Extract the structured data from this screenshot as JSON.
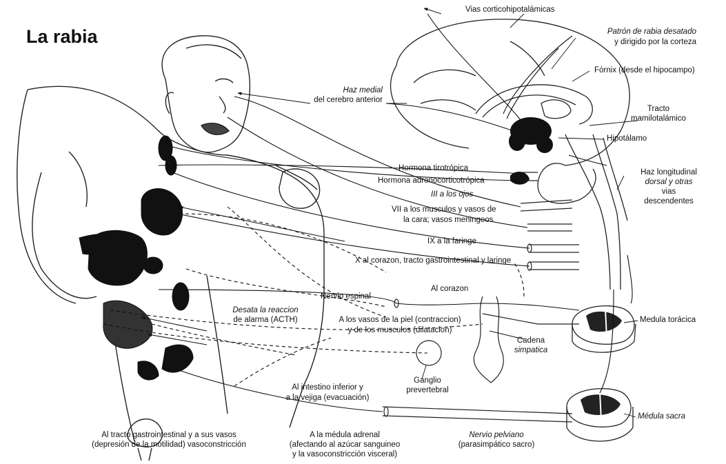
{
  "title": "La rabia",
  "labels": {
    "vias_corticohipotalamicas": "Vias corticohipotalámicas",
    "patron_1": "Patrón de rabia desatado",
    "patron_2": "y dirigido por la corteza",
    "fornix": "Fórnix (desde el hipocampo)",
    "haz_medial_1": "Haz medial",
    "haz_medial_2": "del cerebro anterior",
    "tracto_1": "Tracto",
    "tracto_2": "mamilotalámico",
    "hipotalamo": "Hipotálamo",
    "haz_long_1": "Haz longitudinal",
    "haz_long_2": "dorsal y otras",
    "haz_long_3": "vias",
    "haz_long_4": "descendentes",
    "hormona_tiro": "Hormona tirotrópica",
    "hormona_adreno": "Hormona adrenocorticotrópica",
    "iii_ojos": "III a los ojos",
    "vii_1": "VII a los musculos y vasos de",
    "vii_2": "la cara; vasos meningeos",
    "ix_faringe": "IX a la faringe",
    "x_corazon": "X al corazon, tracto gastrointestinal y laringe",
    "al_corazon": "Al corazon",
    "nervio_espinal": "Nervio espinal",
    "desata_1": "Desata la reaccion",
    "desata_2": "de alarma (ACTH)",
    "vasos_piel_1": "A los vasos de la piel (contraccion)",
    "vasos_piel_2": "y de los musculos (dilatacion)",
    "cadena_1": "Cadena",
    "cadena_2": "simpatica",
    "medula_toracica": "Medula torácica",
    "ganglio_1": "Ganglio",
    "ganglio_2": "prevertebral",
    "intestino_1": "Al intestino inferior y",
    "intestino_2": "a la vejiga (evacuación)",
    "medula_sacra": "Médula sacra",
    "tracto_gi_1": "Al tracto gastrointestinal y a sus vasos",
    "tracto_gi_2": "(depresión de la motilidad) vasoconstricción",
    "medula_adrenal_1": "A la médula adrenal",
    "medula_adrenal_2": "(afectando al azúcar sanguineo",
    "medula_adrenal_3": "y la vasoconstricción visceral)",
    "nervio_pelviano_1": "Nervio pelviano",
    "nervio_pelviano_2": "(parasimpático sacro)"
  }
}
